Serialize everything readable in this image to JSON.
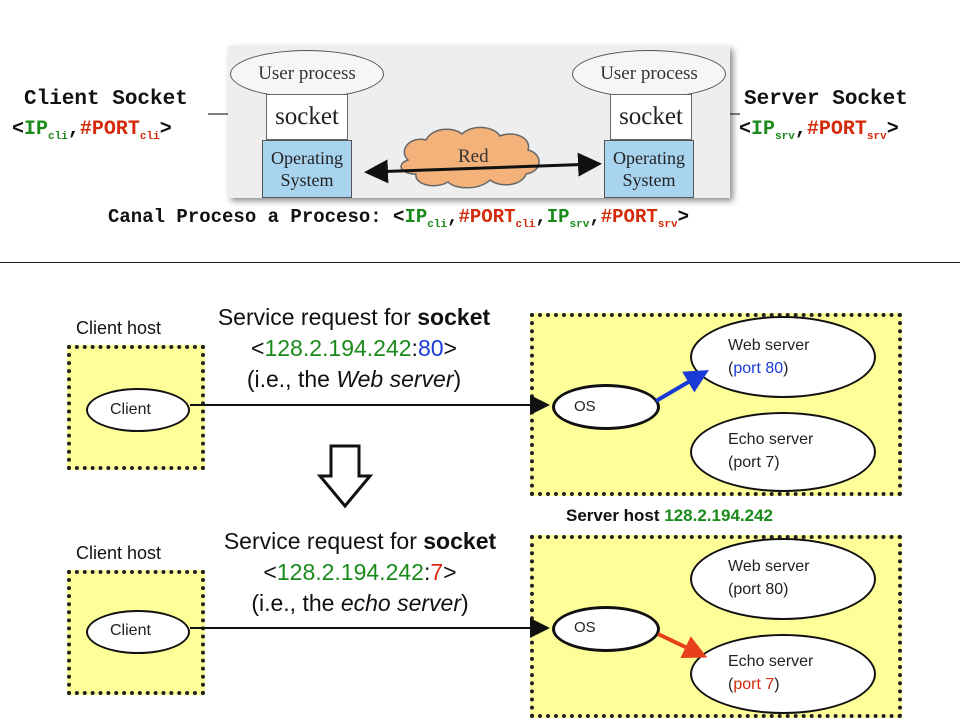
{
  "top": {
    "client_socket_label": "Client Socket",
    "server_socket_label": "Server Socket",
    "client_tuple": {
      "open": "<",
      "ip": "IP",
      "ip_sub": "cli",
      "sep": ",",
      "port": "#PORT",
      "port_sub": "cli",
      "close": ">"
    },
    "server_tuple": {
      "open": "<",
      "ip": "IP",
      "ip_sub": "srv",
      "sep": ",",
      "port": "#PORT",
      "port_sub": "srv",
      "close": ">"
    },
    "canal_label": "Canal Proceso a Proceso: ",
    "canal_tuple": {
      "open": "<",
      "ip1": "IP",
      "ip1_sub": "cli",
      "sep1": ",",
      "port1": "#PORT",
      "port1_sub": "cli",
      "sep2": ",",
      "ip2": "IP",
      "ip2_sub": "srv",
      "sep3": ",",
      "port2": "#PORT",
      "port2_sub": "srv",
      "close": ">"
    },
    "panel": {
      "left_user_process": "User process",
      "right_user_process": "User process",
      "left_socket": "socket",
      "right_socket": "socket",
      "left_os_line1": "Operating",
      "left_os_line2": "System",
      "right_os_line1": "Operating",
      "right_os_line2": "System",
      "network": "Red"
    }
  },
  "scenario1": {
    "client_host": "Client host",
    "client": "Client",
    "request_line1_prefix": "Service request for ",
    "request_line1_bold": "socket",
    "request_line2_open": "<",
    "request_ip": "128.2.194.242",
    "request_colon": ":",
    "request_port": "80",
    "request_line2_close": ">",
    "request_line3_prefix": "(i.e., the ",
    "request_line3_italic": "Web server",
    "request_line3_suffix": ")",
    "os": "OS",
    "web_server_line1": "Web server",
    "web_server_open": "(",
    "web_server_port": "port 80",
    "web_server_close": ")",
    "echo_server_line1": "Echo server",
    "echo_server_line2": "(port 7)"
  },
  "server_host": {
    "label": "Server host ",
    "ip": "128.2.194.242"
  },
  "scenario2": {
    "client_host": "Client host",
    "client": "Client",
    "request_line1_prefix": "Service request for ",
    "request_line1_bold": "socket",
    "request_line2_open": "<",
    "request_ip": "128.2.194.242",
    "request_colon": ":",
    "request_port": "7",
    "request_line2_close": ">",
    "request_line3_prefix": "(i.e., the ",
    "request_line3_italic": "echo server",
    "request_line3_suffix": ")",
    "os": "OS",
    "web_server_line1": "Web server",
    "web_server_line2": "(port 80)",
    "echo_server_line1": "Echo server",
    "echo_server_open": "(",
    "echo_server_port": "port 7",
    "echo_server_close": ")"
  },
  "colors": {
    "ip": "#1a8a1a",
    "port": "#d42a0a",
    "web_port": "#1a3ad6",
    "host_fill": "#ffff99",
    "os_fill": "#a8d4f0",
    "cloud_fill": "#f2b27a",
    "arrow_blue": "#1a3ad6",
    "arrow_red": "#e8401a"
  }
}
